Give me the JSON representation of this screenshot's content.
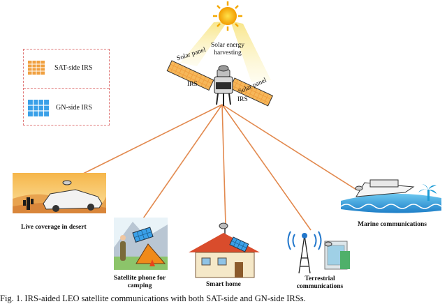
{
  "legend": {
    "sat_label": "SAT-side IRS",
    "gn_label": "GN-side IRS"
  },
  "satellite": {
    "energy_label_line1": "Solar energy",
    "energy_label_line2": "harvesting",
    "panel_left_label": "Solar panel",
    "panel_right_label": "Solar panel",
    "irs_left_label": "IRS",
    "irs_right_label": "IRS"
  },
  "endpoints": {
    "desert": "Live coverage in desert",
    "camping_line1": "Satellite phone for",
    "camping_line2": "camping",
    "home": "Smart home",
    "terrestrial_line1": "Terrestrial",
    "terrestrial_line2": "communications",
    "marine": "Marine communications"
  },
  "caption": "Fig. 1.   IRS-aided LEO satellite communications with both SAT-side and GN-side IRSs.",
  "colors": {
    "beam": "#e2894e",
    "sat_irs": "#f0a040",
    "gn_irs": "#3aa0e8",
    "sun": "#f5a800",
    "legend_border": "#e07a7a"
  }
}
